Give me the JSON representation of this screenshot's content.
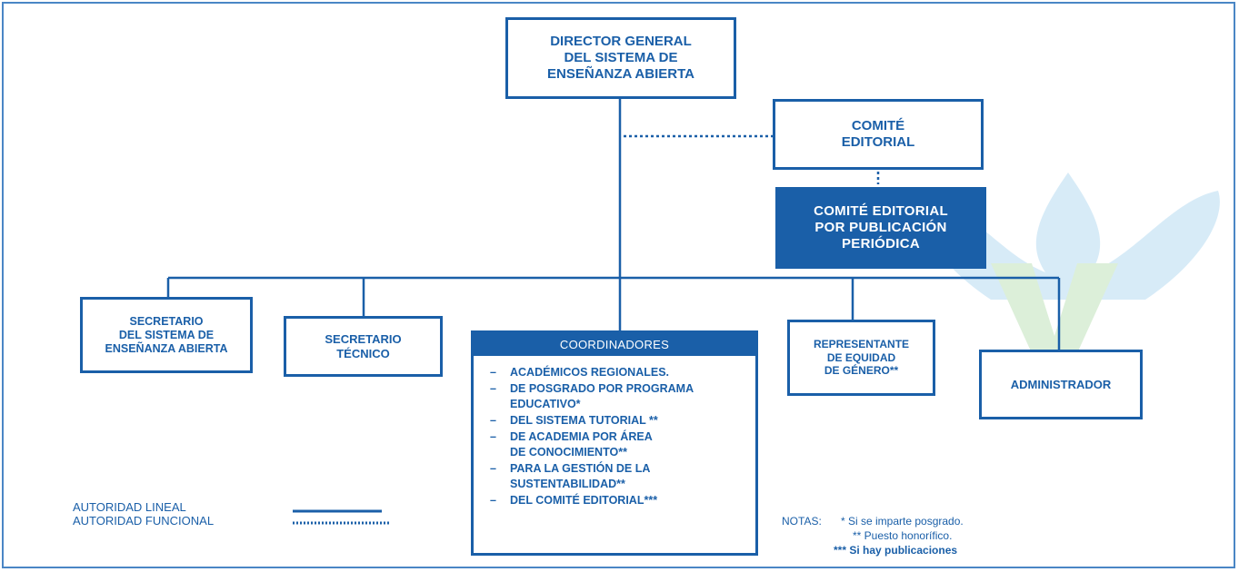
{
  "boxes": {
    "director": "DIRECTOR GENERAL\nDEL SISTEMA DE\nENSEÑANZA ABIERTA",
    "comite_editorial": "COMITÉ\nEDITORIAL",
    "comite_publicacion": "COMITÉ EDITORIAL\nPOR PUBLICACIÓN\nPERIÓDICA",
    "secretario_sistema": "SECRETARIO\nDEL SISTEMA DE\nENSEÑANZA ABIERTA",
    "secretario_tecnico": "SECRETARIO\nTÉCNICO",
    "representante": "REPRESENTANTE\nDE EQUIDAD\nDE GÉNERO**",
    "administrador": "ADMINISTRADOR"
  },
  "coordinadores": {
    "title": "COORDINADORES",
    "items": [
      "ACADÉMICOS REGIONALES.",
      "DE POSGRADO POR PROGRAMA\nEDUCATIVO*",
      "DEL SISTEMA TUTORIAL **",
      "DE ACADEMIA POR ÁREA\nDE CONOCIMIENTO**",
      "PARA LA GESTIÓN DE LA\nSUSTENTABILIDAD**",
      "DEL COMITÉ EDITORIAL***"
    ]
  },
  "legend": {
    "lineal": "AUTORIDAD LINEAL",
    "funcional": "AUTORIDAD FUNCIONAL"
  },
  "notes": {
    "label": "NOTAS:",
    "n1": "* Si se imparte posgrado.",
    "n2": "** Puesto honorífico.",
    "n3": "*** Si hay publicaciones"
  },
  "colors": {
    "primary": "#1a5fa8",
    "watermark_blue": "#d7ebf7",
    "watermark_green": "#dcefd9"
  }
}
